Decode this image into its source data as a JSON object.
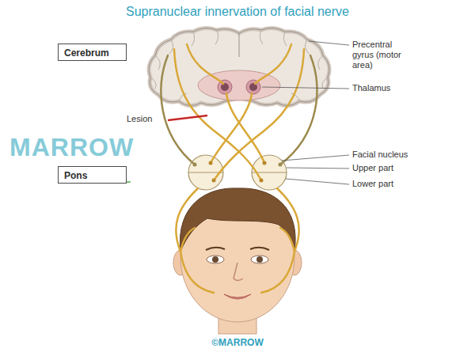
{
  "diagram": {
    "title": "Supranuclear innervation of facial nerve",
    "nodes": [
      {
        "text": [
          "Cerebrum"
        ]
      },
      {
        "text": [
          "Pons"
        ]
      }
    ],
    "labels": [
      "Precentral gyrus (motor area)",
      "Thalamus",
      "Lesion",
      "Facial nucleus",
      "Upper part",
      "Lower part",
      "MARROW",
      "©MARROW"
    ]
  }
}
